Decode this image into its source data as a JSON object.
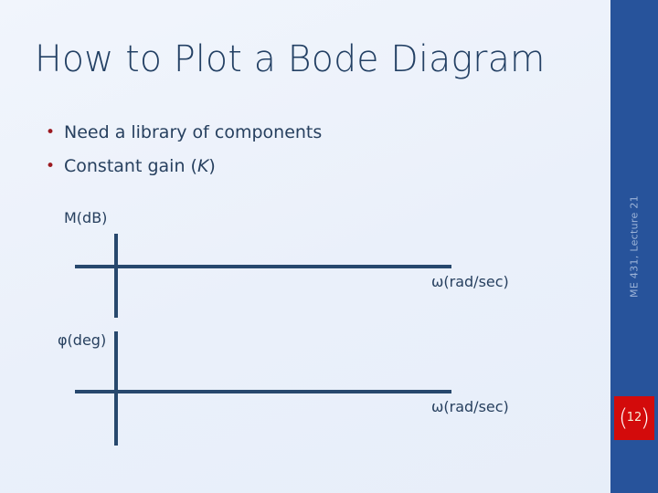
{
  "slide": {
    "title": "How to Plot a Bode Diagram",
    "background_color": "#eef3fb",
    "text_color": "#27405f",
    "bullets": [
      {
        "marker": "•",
        "text_before": "Need a library of components",
        "symbol": "",
        "text_after": ""
      },
      {
        "marker": "•",
        "text_before": "Constant gain (",
        "symbol": "K",
        "text_after": ")"
      }
    ]
  },
  "diagram": {
    "type": "bode-axes",
    "magnitude_plot": {
      "y_axis_label": "M(dB)",
      "x_axis_label": "ω(rad/sec)",
      "axis_color": "#27486d"
    },
    "phase_plot": {
      "y_axis_label": "φ(deg)",
      "x_axis_label": "ω(rad/sec)",
      "axis_color": "#27486d"
    }
  },
  "sidebar": {
    "course_label": "ME 431, Lecture 21",
    "background_color": "#27539b",
    "label_color": "#9db4d8",
    "page_badge": {
      "number": "12",
      "bracket_left": "(",
      "bracket_right": ")",
      "background_color": "#d30b0b",
      "number_color": "#f6efd6"
    }
  }
}
